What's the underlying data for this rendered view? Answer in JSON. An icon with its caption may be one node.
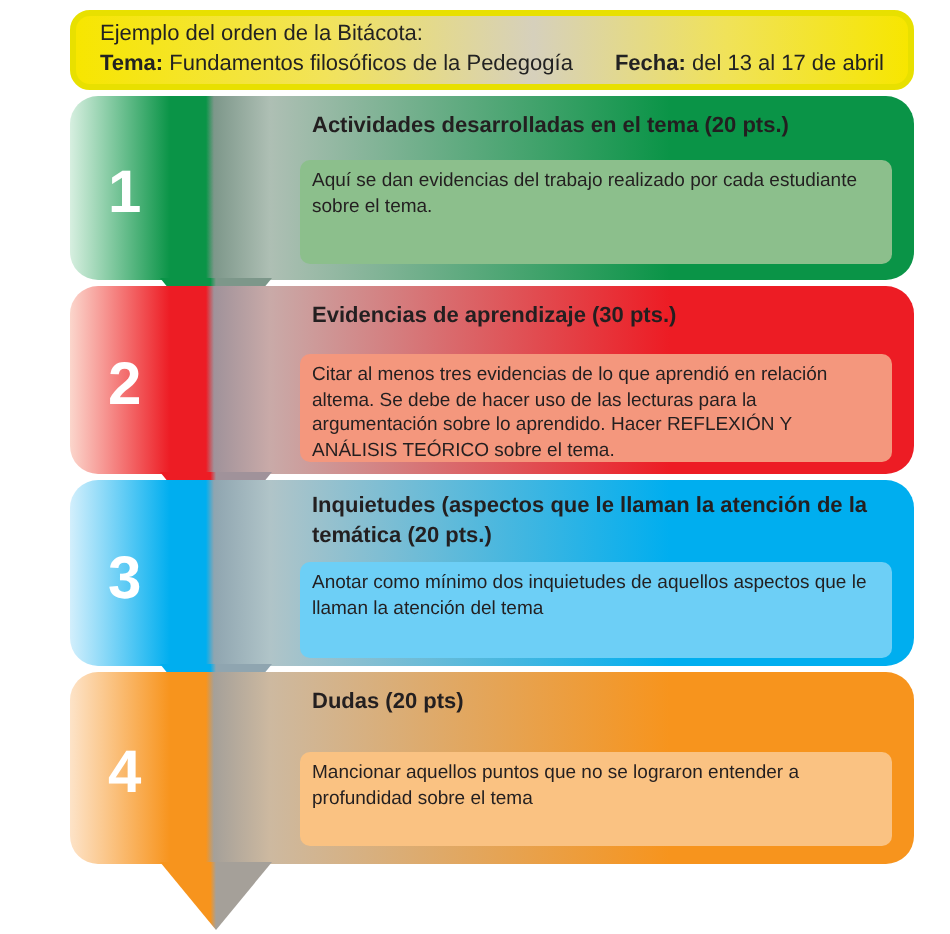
{
  "diagram": {
    "nodes": [
      {
        "text": [
          "Ejemplo del orden de la Bitácota:",
          "**Tema:** Fundamentos filosóficos de la Pedegogía",
          "**Fecha:** del 13 al 17 de abril"
        ]
      },
      {
        "text": [
          "1",
          "Actividades desarrolladas en el tema (20 pts.)"
        ]
      },
      {
        "text": [
          "Aquí se dan evidencias del trabajo realizado por cada estudiante sobre el tema."
        ],
        "in": 1
      },
      {
        "text": [
          "2",
          "Evidencias de aprendizaje (30 pts.)"
        ]
      },
      {
        "text": [
          "Citar al menos tres evidencias de lo que aprendió en relación altema. Se debe de hacer uso de las lecturas para la argumentación sobre lo aprendido. Hacer REFLEXIÓN Y ANÁLISIS TEÓRICO sobre el tema."
        ],
        "in": 3
      },
      {
        "text": [
          "3",
          "Inquietudes (aspectos que le llaman la atención de la temática (20 pts.)"
        ]
      },
      {
        "text": [
          "Anotar como mínimo dos inquietudes de aquellos aspectos que le llaman la atención del tema"
        ],
        "in": 5
      },
      {
        "text": [
          "4",
          "Dudas (20 pts)"
        ]
      },
      {
        "text": [
          "Mancionar aquellos puntos que no se lograron entender a profundidad sobre el tema"
        ],
        "in": 7
      }
    ]
  }
}
